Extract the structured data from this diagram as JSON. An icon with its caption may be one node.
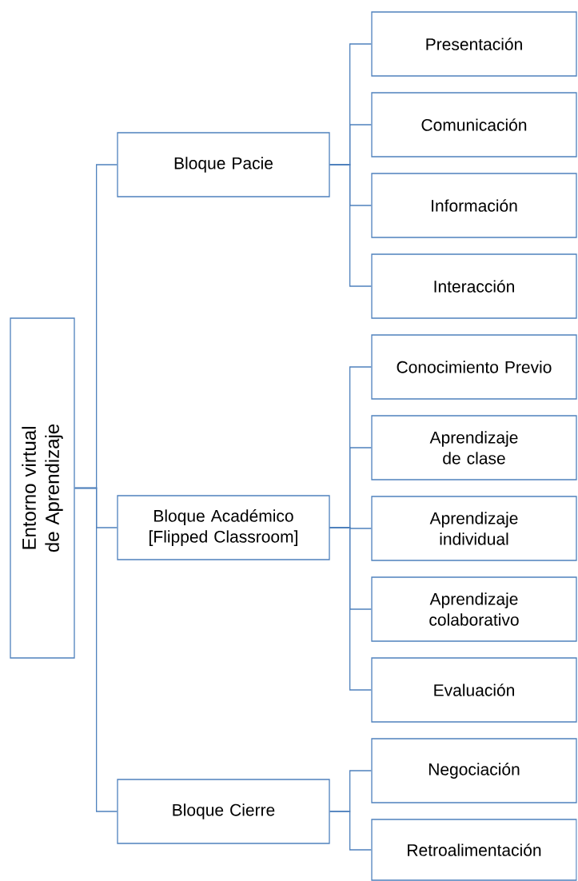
{
  "diagram": {
    "nodes": [
      {
        "text": [
          "Entorno virtual de Aprendizaje"
        ]
      },
      {
        "text": [
          "Bloque Pacie"
        ]
      },
      {
        "text": [
          "Presentación"
        ]
      },
      {
        "text": [
          "Comunicación"
        ]
      },
      {
        "text": [
          "Información"
        ]
      },
      {
        "text": [
          "Interacción"
        ]
      },
      {
        "text": [
          "Bloque Académico [Flipped Classroom]"
        ]
      },
      {
        "text": [
          "Conocimiento Previo"
        ]
      },
      {
        "text": [
          "Aprendizaje de clase"
        ]
      },
      {
        "text": [
          "Aprendizaje individual"
        ]
      },
      {
        "text": [
          "Aprendizaje colaborativo"
        ]
      },
      {
        "text": [
          "Evaluación"
        ]
      },
      {
        "text": [
          "Bloque Cierre"
        ]
      },
      {
        "text": [
          "Negociación"
        ]
      },
      {
        "text": [
          "Retroalimentación"
        ]
      }
    ],
    "edges": [
      {
        "from": 0,
        "to": 1,
        "arrow": "none"
      },
      {
        "from": 0,
        "to": 6,
        "arrow": "none"
      },
      {
        "from": 0,
        "to": 12,
        "arrow": "none"
      },
      {
        "from": 1,
        "to": 2,
        "arrow": "none"
      },
      {
        "from": 1,
        "to": 3,
        "arrow": "none"
      },
      {
        "from": 1,
        "to": 4,
        "arrow": "none"
      },
      {
        "from": 1,
        "to": 5,
        "arrow": "none"
      },
      {
        "from": 6,
        "to": 7,
        "arrow": "none"
      },
      {
        "from": 6,
        "to": 8,
        "arrow": "none"
      },
      {
        "from": 6,
        "to": 9,
        "arrow": "none"
      },
      {
        "from": 6,
        "to": 10,
        "arrow": "none"
      },
      {
        "from": 6,
        "to": 11,
        "arrow": "none"
      },
      {
        "from": 12,
        "to": 13,
        "arrow": "none"
      },
      {
        "from": 12,
        "to": 14,
        "arrow": "none"
      }
    ]
  }
}
